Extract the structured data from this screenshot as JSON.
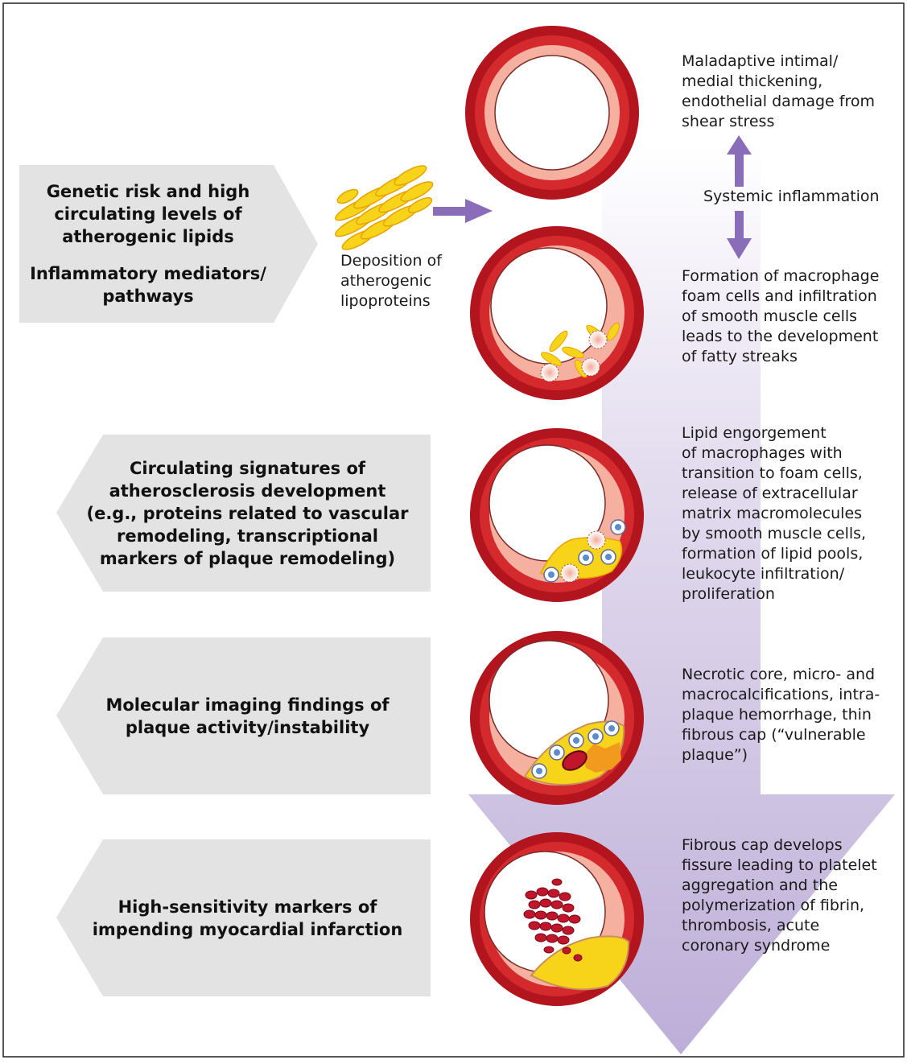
{
  "left_boxes": {
    "box1_line1": "Genetic risk and high\ncirculating levels of\natherogenic lipids",
    "box1_line2": "Inflammatory mediators/\npathways",
    "box2": "Circulating signatures of\natherosclerosis development\n(e.g., proteins related to vascular\nremodeling, transcriptional\nmarkers of plaque remodeling)",
    "box3": "Molecular imaging findings of\nplaque activity/instability",
    "box4": "High-sensitivity markers of\nimpending myocardial infarction"
  },
  "deposition_label": "Deposition of\natherogenic\nlipoproteins",
  "systemic_label": "Systemic inflammation",
  "stages": [
    {
      "text": "Maladaptive intimal/\nmedial thickening,\nendothelial damage from\nshear stress"
    },
    {
      "text": "Formation of macrophage\nfoam cells and infiltration\nof smooth muscle cells\nleads to the development\nof fatty streaks"
    },
    {
      "text": "Lipid engorgement\nof macrophages with\ntransition to foam cells,\nrelease of extracellular\nmatrix macromolecules\nby smooth muscle cells,\nformation of lipid pools,\nleukocyte infiltration/\nproliferation"
    },
    {
      "text": "Necrotic core, micro- and\nmacrocalcifications, intra-\nplaque hemorrhage, thin\nfibrous cap (“vulnerable\nplaque”)"
    },
    {
      "text": "Fibrous cap develops\nfissure leading to platelet\naggregation and the\npolymerization of fibrin,\nthrombosis, acute\ncoronary syndrome"
    }
  ],
  "colors": {
    "artery_outer": "#b3151f",
    "artery_mid": "#d42a2e",
    "intima": "#f5b0a0",
    "lipid": "#f7d41a",
    "lipid_outline": "#e8a300",
    "core": "#f29a1e",
    "arrow_purple": "#8a6db8",
    "big_arrow": "#c9bde0",
    "panel_gray": "#e3e3e4",
    "macrophage": "#f3b7a8",
    "leukocyte": "#5b8bd0",
    "rbc": "#c0152a"
  }
}
